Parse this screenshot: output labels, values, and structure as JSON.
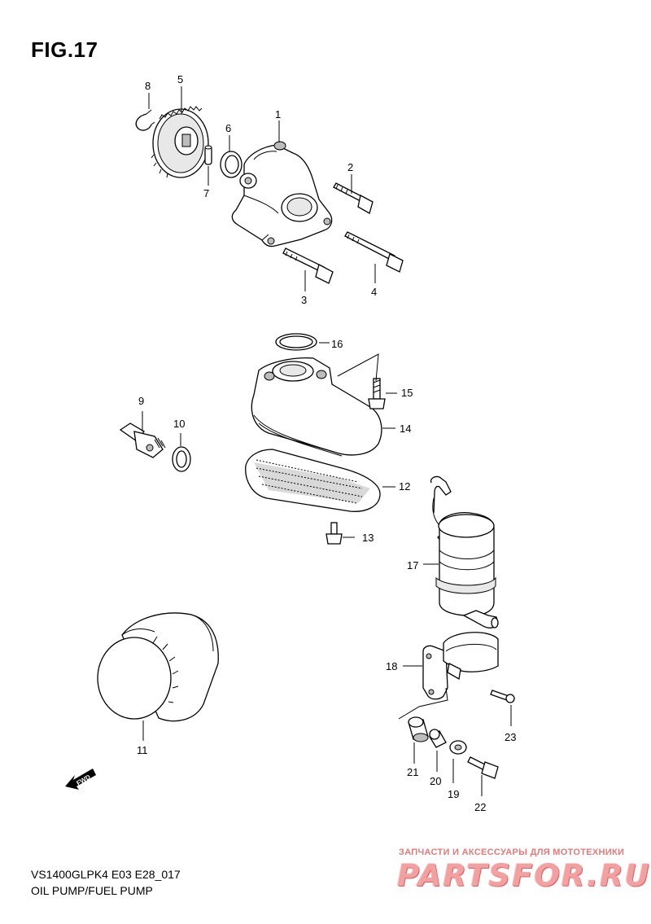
{
  "figure": {
    "title": "FIG.17",
    "model_code": "VS1400GLPK4 E03 E28_017",
    "group_name": "OIL PUMP/FUEL PUMP"
  },
  "watermark": {
    "tagline": "ЗАПЧАСТИ И АКСЕССУАРЫ ДЛЯ МОТОТЕХНИКИ",
    "logo_text": "PARTSFOR.RU",
    "color": "#f2a0a0"
  },
  "direction_marker": {
    "label": "FWD",
    "icon": "fwd-arrow-icon"
  },
  "callouts": [
    {
      "number": "1",
      "part": "oil-pump-housing"
    },
    {
      "number": "2",
      "part": "bolt"
    },
    {
      "number": "3",
      "part": "bolt"
    },
    {
      "number": "4",
      "part": "bolt"
    },
    {
      "number": "5",
      "part": "oil-pump-gear"
    },
    {
      "number": "6",
      "part": "o-ring"
    },
    {
      "number": "7",
      "part": "pin"
    },
    {
      "number": "8",
      "part": "circlip"
    },
    {
      "number": "9",
      "part": "union"
    },
    {
      "number": "10",
      "part": "o-ring"
    },
    {
      "number": "11",
      "part": "oil-filter"
    },
    {
      "number": "12",
      "part": "strainer"
    },
    {
      "number": "13",
      "part": "bolt"
    },
    {
      "number": "14",
      "part": "oil-strainer-cover"
    },
    {
      "number": "15",
      "part": "bolt"
    },
    {
      "number": "16",
      "part": "o-ring"
    },
    {
      "number": "17",
      "part": "fuel-pump"
    },
    {
      "number": "18",
      "part": "bracket"
    },
    {
      "number": "19",
      "part": "washer"
    },
    {
      "number": "20",
      "part": "spacer"
    },
    {
      "number": "21",
      "part": "cushion"
    },
    {
      "number": "22",
      "part": "bolt"
    },
    {
      "number": "23",
      "part": "screw"
    }
  ]
}
